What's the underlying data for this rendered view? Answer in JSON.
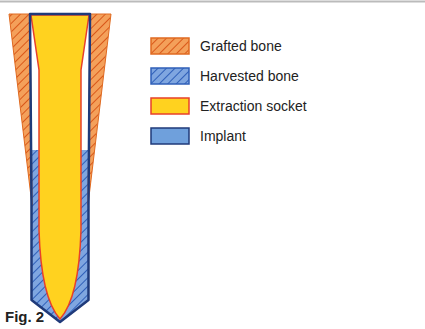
{
  "diagram": {
    "caption": "Fig. 2",
    "legend": [
      {
        "text": "Grafted bone"
      },
      {
        "text": "Harvested bone"
      },
      {
        "text": "Extraction socket",
        "color": "#ffd21f"
      },
      {
        "text": "Implant",
        "color": "#6fa0dc"
      }
    ]
  }
}
